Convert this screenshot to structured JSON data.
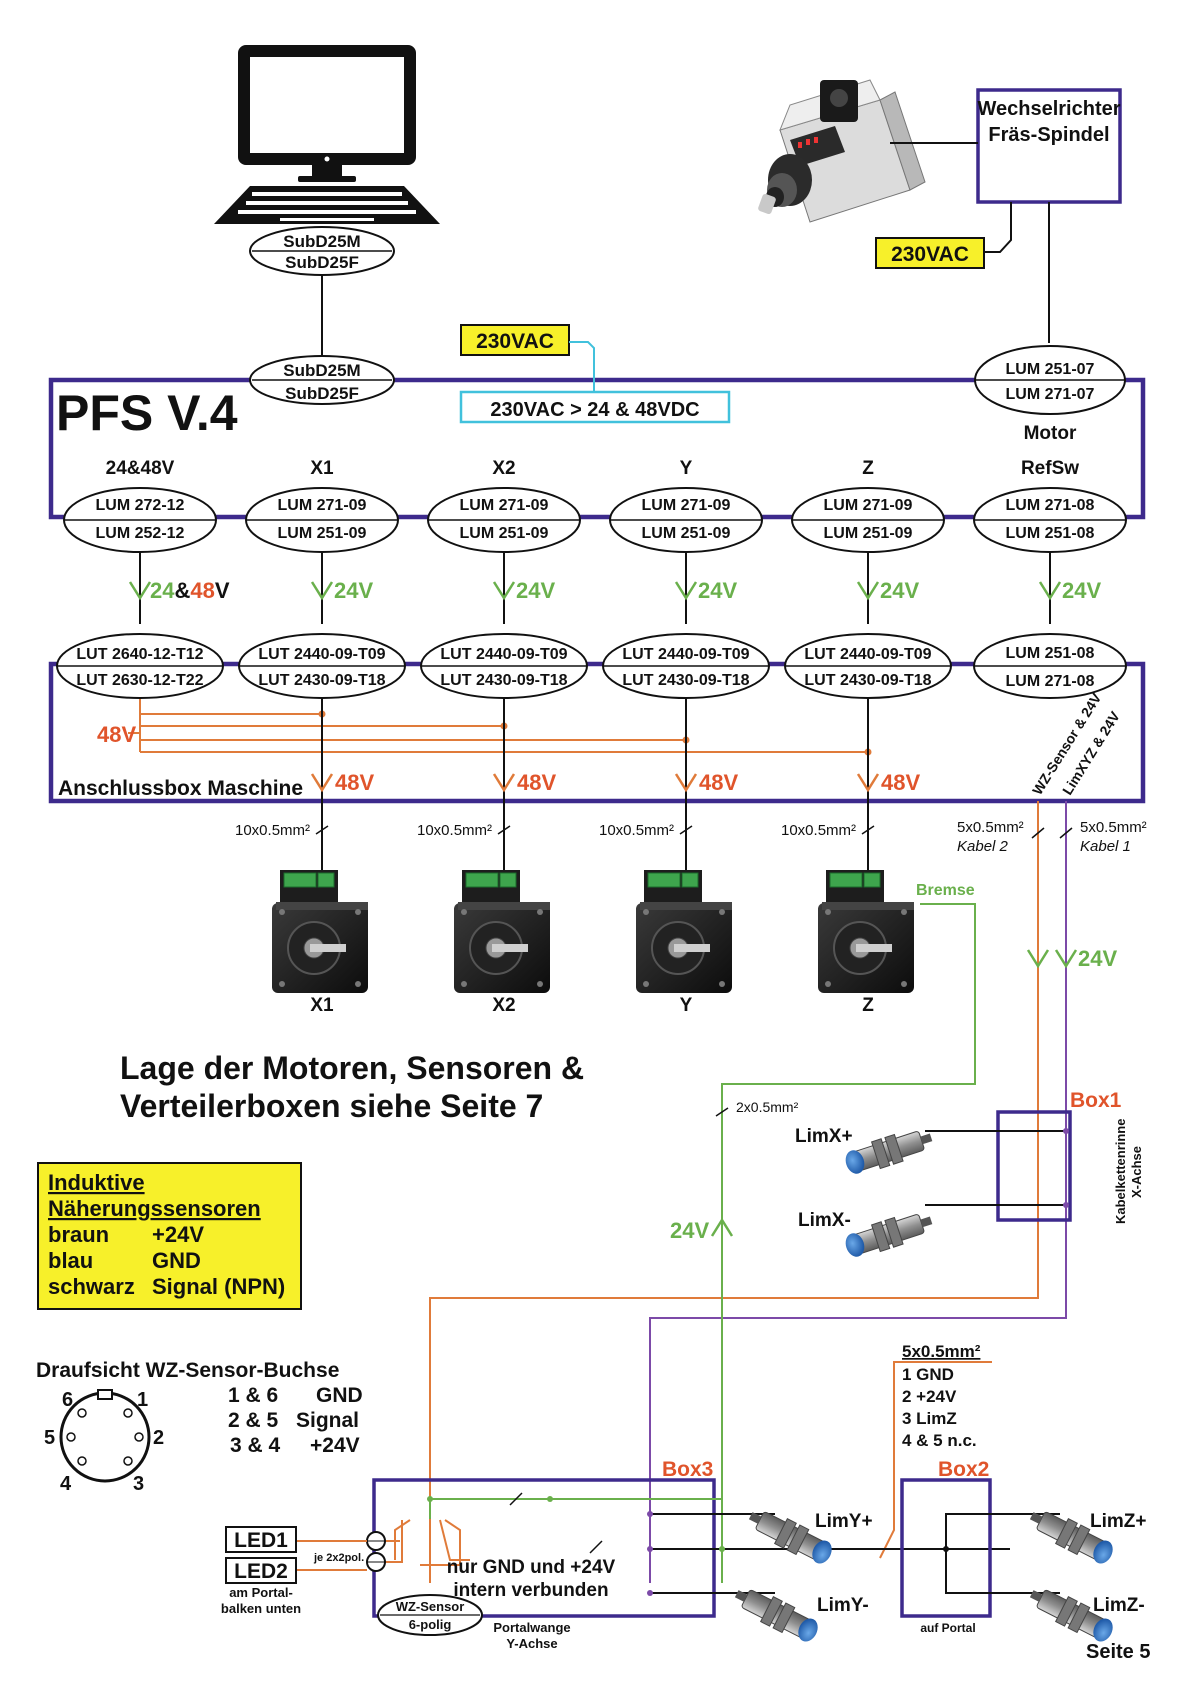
{
  "pc": {
    "conn_top": "SubD25M",
    "conn_bottom": "SubD25F"
  },
  "pfs": {
    "title": "PFS V.4",
    "pc_conn_top": "SubD25M",
    "pc_conn_bottom": "SubD25F",
    "psu_label": "230VAC > 24 & 48VDC",
    "motor_label": "Motor",
    "motor_conn_top": "LUM 251-07",
    "motor_conn_bottom": "LUM 271-07",
    "channels": [
      {
        "name": "24&48V",
        "top": "LUM 272-12",
        "bottom": "LUM 252-12"
      },
      {
        "name": "X1",
        "top": "LUM 271-09",
        "bottom": "LUM 251-09"
      },
      {
        "name": "X2",
        "top": "LUM 271-09",
        "bottom": "LUM 251-09"
      },
      {
        "name": "Y",
        "top": "LUM 271-09",
        "bottom": "LUM 251-09"
      },
      {
        "name": "Z",
        "top": "LUM 271-09",
        "bottom": "LUM 251-09"
      },
      {
        "name": "RefSw",
        "top": "LUM 271-08",
        "bottom": "LUM 251-08"
      }
    ]
  },
  "mains_label": "230VAC",
  "spindle_mains_label": "230VAC",
  "inverter": {
    "line1": "Wechselrichter",
    "line2": "Fräs-Spindel"
  },
  "cable_voltage": {
    "v24": "24",
    "amp": "&",
    "v48": "48",
    "v": "V",
    "v24v": "24V"
  },
  "box_conns": [
    {
      "top": "LUT 2640-12-T12",
      "bottom": "LUT 2630-12-T22"
    },
    {
      "top": "LUT 2440-09-T09",
      "bottom": "LUT 2430-09-T18"
    },
    {
      "top": "LUT 2440-09-T09",
      "bottom": "LUT 2430-09-T18"
    },
    {
      "top": "LUT 2440-09-T09",
      "bottom": "LUT 2430-09-T18"
    },
    {
      "top": "LUT 2440-09-T09",
      "bottom": "LUT 2430-09-T18"
    },
    {
      "top": "LUM 251-08",
      "bottom": "LUM 271-08"
    }
  ],
  "anschlussbox": {
    "title": "Anschlussbox Maschine",
    "bus_label": "48V",
    "out_label": "48V",
    "sensor_label_1": "WZ-Sensor & 24V",
    "sensor_label_2": "LimXYZ & 24V"
  },
  "cables": {
    "motor_cable": "10x0.5mm²",
    "kabel2_size": "5x0.5mm²",
    "kabel2_name": "Kabel 2",
    "kabel1_size": "5x0.5mm²",
    "kabel1_name": "Kabel 1",
    "brake_cable": "2x0.5mm²",
    "sensor_24v": "24V",
    "brake_24v": "24V"
  },
  "motors": [
    {
      "name": "X1"
    },
    {
      "name": "X2"
    },
    {
      "name": "Y"
    },
    {
      "name": "Z",
      "brake": "Bremse"
    }
  ],
  "note": {
    "line1": "Lage der Motoren, Sensoren &",
    "line2": "Verteilerboxen siehe Seite 7"
  },
  "legend": {
    "title1": "Induktive",
    "title2": "Näherungssensoren",
    "rows": [
      {
        "k": "braun",
        "v": "+24V"
      },
      {
        "k": "blau",
        "v": "GND"
      },
      {
        "k": "schwarz",
        "v": "Signal (NPN)"
      }
    ]
  },
  "box1": {
    "name": "Box1",
    "side_1": "Kabelkettenrinne",
    "side_2": "X-Achse",
    "sensor_plus": "LimX+",
    "sensor_minus": "LimX-"
  },
  "socket": {
    "title": "Draufsicht WZ-Sensor-Buchse",
    "pins": [
      {
        "p": "1 & 6",
        "f": "GND"
      },
      {
        "p": "2 & 5",
        "f": "Signal"
      },
      {
        "p": "3 & 4",
        "f": "+24V"
      }
    ],
    "numbers": {
      "n1": "1",
      "n2": "2",
      "n3": "3",
      "n4": "4",
      "n5": "5",
      "n6": "6"
    }
  },
  "z_cable": {
    "title": "5x0.5mm²",
    "rows": [
      "1  GND",
      "2  +24V",
      "3  LimZ",
      "4 & 5  n.c."
    ]
  },
  "box3": {
    "name": "Box3",
    "note1": "nur GND und +24V",
    "note2": "intern verbunden",
    "led1": "LED1",
    "led2": "LED2",
    "led_cable": "je 2x2pol.",
    "led_loc1": "am Portal-",
    "led_loc2": "balken unten",
    "wz1": "WZ-Sensor",
    "wz2": "6-polig",
    "loc1": "Portalwange",
    "loc2": "Y-Achse",
    "sensor_plus": "LimY+",
    "sensor_minus": "LimY-"
  },
  "box2": {
    "name": "Box2",
    "loc": "auf Portal",
    "sensor_plus": "LimZ+",
    "sensor_minus": "LimZ-"
  },
  "page_label": "Seite 5",
  "colors": {
    "purple": "#3d2a8c",
    "orange": "#e07b3a",
    "green": "#6ab04c",
    "red": "#e0542b",
    "yellow": "#f7f02a",
    "cyan": "#41c1dc"
  }
}
